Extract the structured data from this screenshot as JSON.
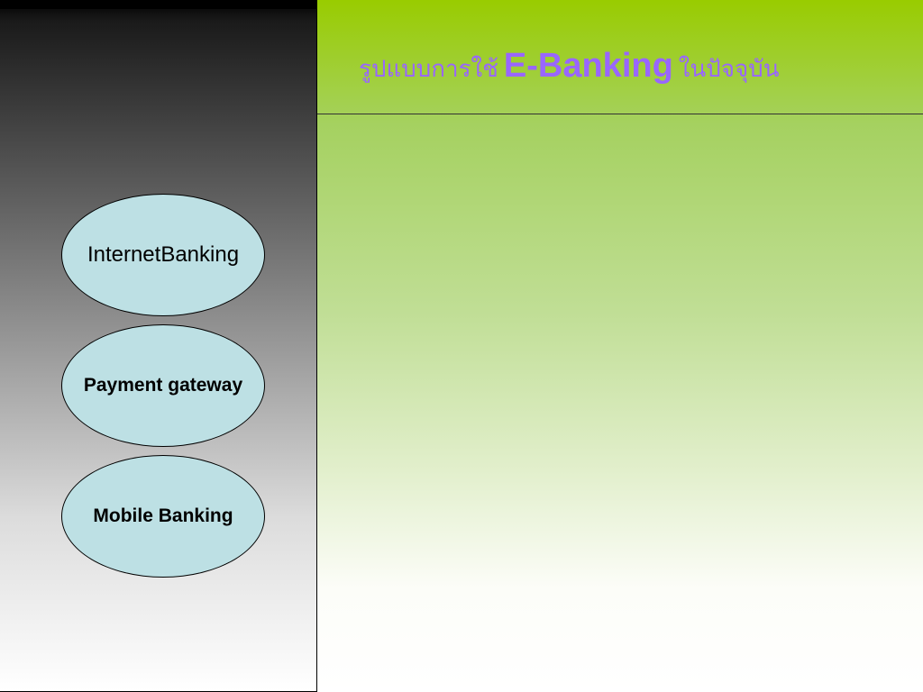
{
  "slide": {
    "title_prefix": "รูปแบบการใช้",
    "title_brand": "E-Banking",
    "title_suffix": "ในปัจจุบัน",
    "items": [
      {
        "label": "InternetBanking"
      },
      {
        "label": "Payment gateway"
      },
      {
        "label": "Mobile Banking"
      }
    ]
  },
  "colors": {
    "title": "#9966ff",
    "accent_green": "#99cc00",
    "bubble_fill": "#bde0e4"
  }
}
